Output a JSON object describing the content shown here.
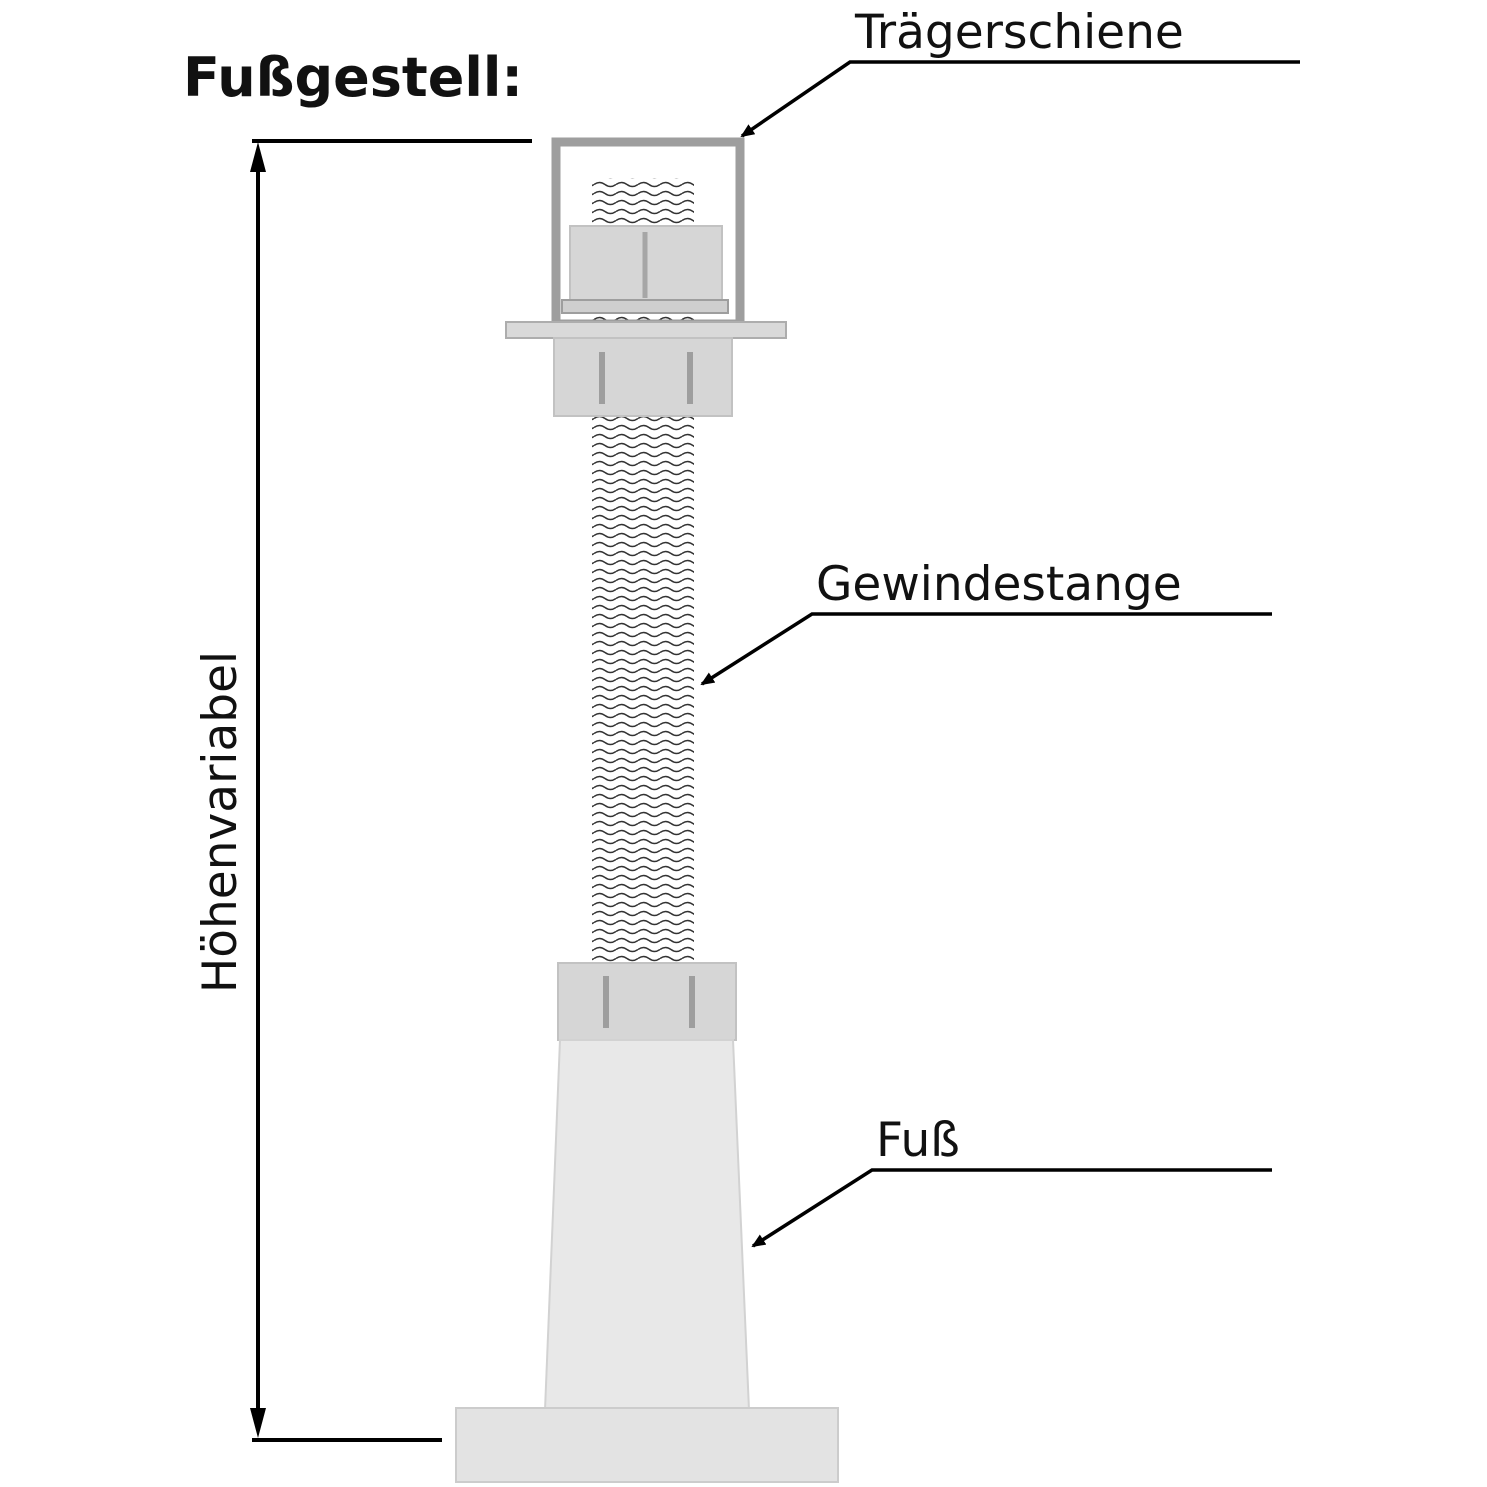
{
  "title": "Fußgestell:",
  "labels": {
    "rail": "Trägerschiene",
    "rod": "Gewindestange",
    "foot": "Fuß",
    "height_dimension": "Höhenvariabel"
  },
  "colors": {
    "part_fill_light": "#e6e6e6",
    "part_fill_mid": "#d6d6d6",
    "part_stroke": "#b3b3b3",
    "bracket_stroke": "#9e9e9e",
    "line": "#000000",
    "thread_line": "#333333"
  }
}
